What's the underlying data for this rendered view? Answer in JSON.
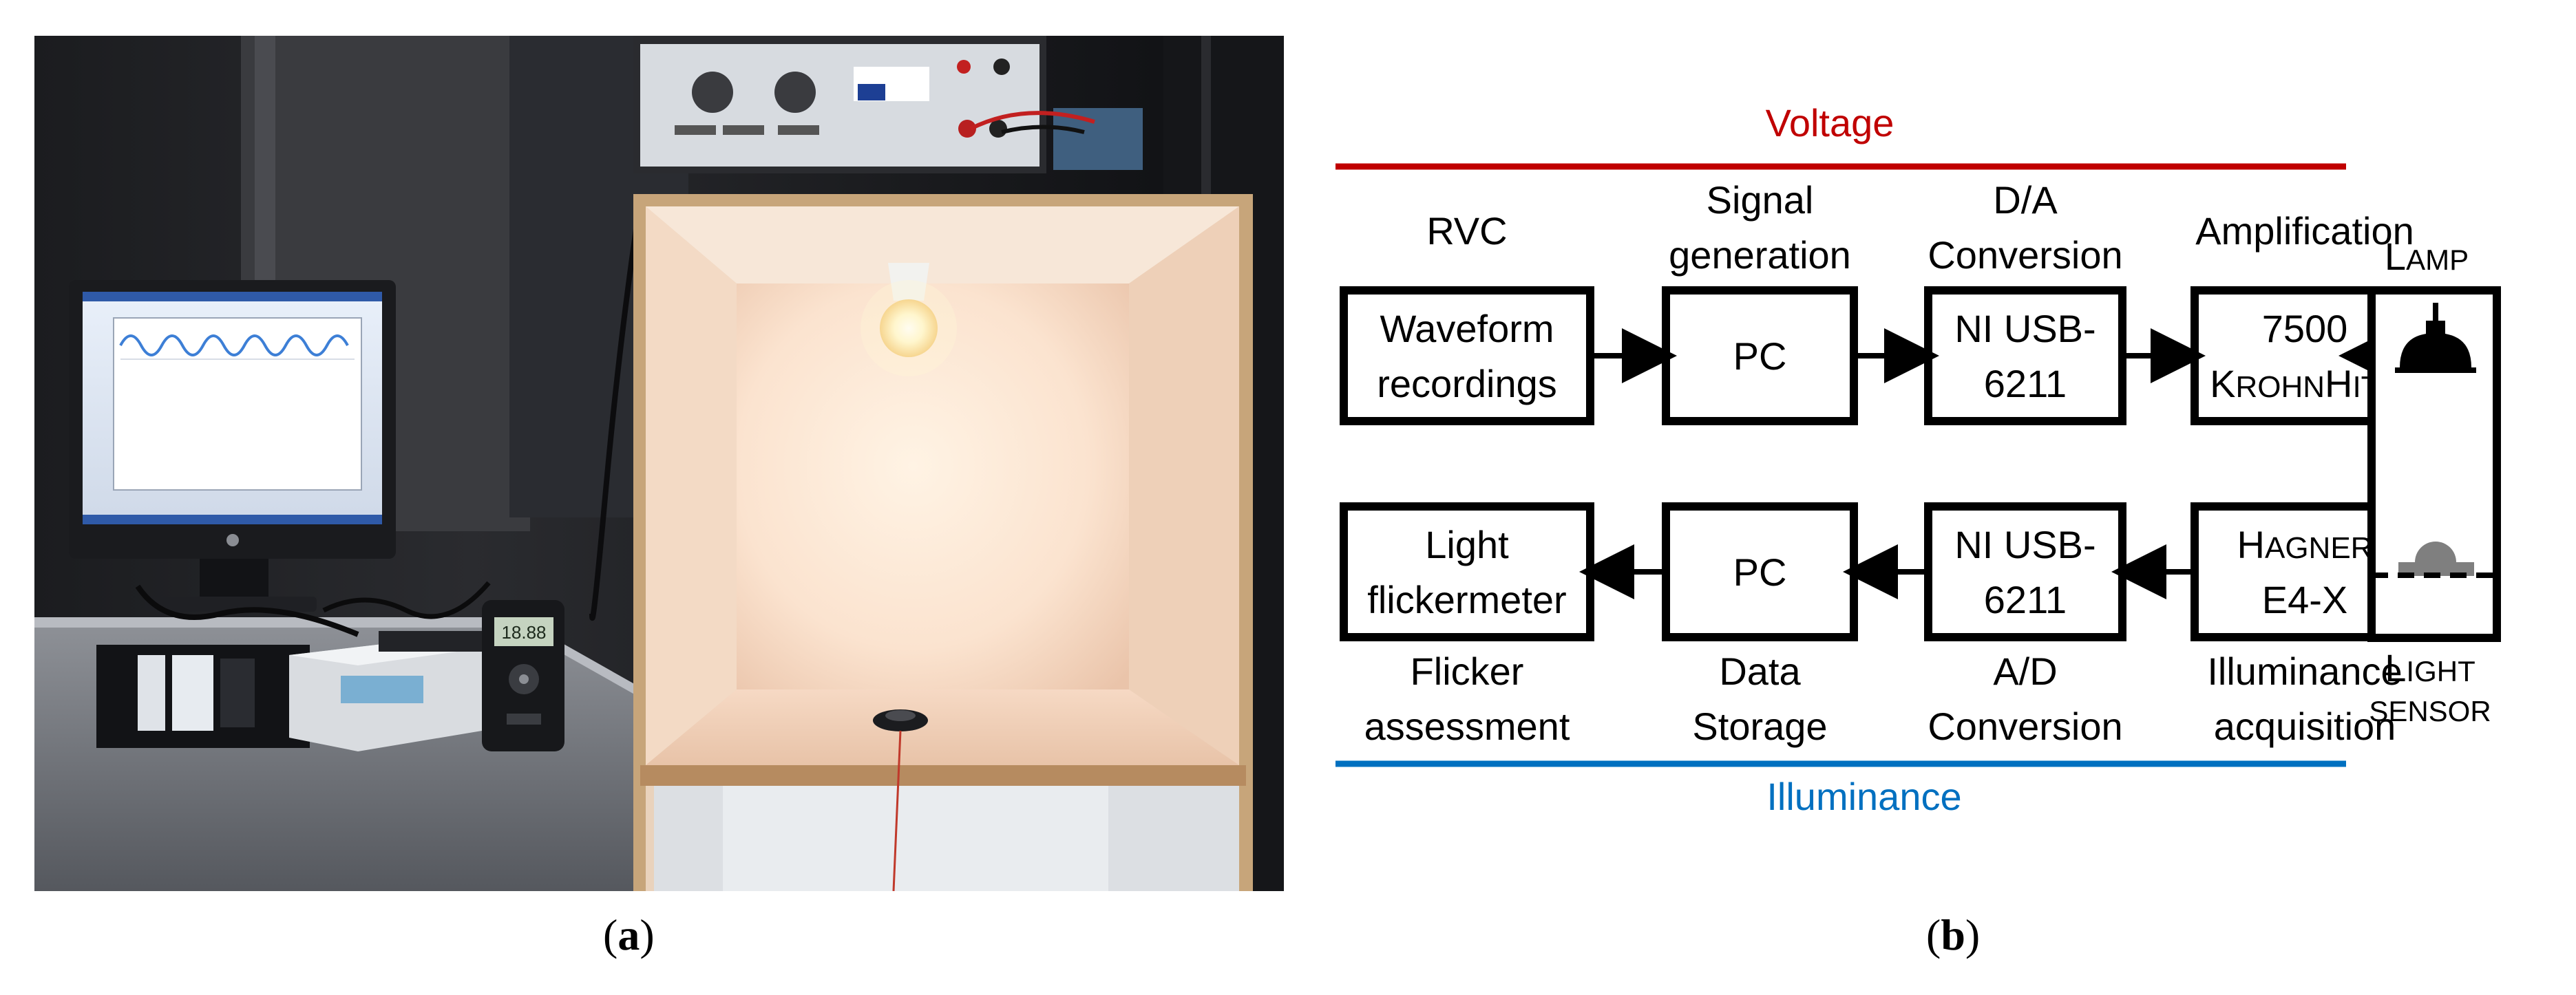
{
  "panel_a": {
    "caption_open": "(",
    "caption_letter": "a",
    "caption_close": ")",
    "lab_photo": {
      "meter_display": "18.88"
    }
  },
  "panel_b": {
    "caption_open": "(",
    "caption_letter": "b",
    "caption_close": ")",
    "colors": {
      "voltage": "#c00000",
      "illuminance": "#0070c0",
      "stroke": "#000000"
    },
    "voltage_label": "Voltage",
    "illuminance_label": "Illuminance",
    "top_row": [
      {
        "label_lines": [
          "RVC"
        ],
        "box_lines": [
          "Waveform",
          "recordings"
        ]
      },
      {
        "label_lines": [
          "Signal",
          "generation"
        ],
        "box_lines": [
          "PC"
        ]
      },
      {
        "label_lines": [
          "D/A",
          "Conversion"
        ],
        "box_lines": [
          "NI USB-",
          "6211"
        ]
      },
      {
        "label_lines": [
          "Amplification"
        ],
        "box_lines": [
          "7500",
          "KrohnHite"
        ]
      }
    ],
    "bottom_row": [
      {
        "box_lines": [
          "Light",
          "flickermeter"
        ],
        "label_lines": [
          "Flicker",
          "assessment"
        ]
      },
      {
        "box_lines": [
          "PC"
        ],
        "label_lines": [
          "Data",
          "Storage"
        ]
      },
      {
        "box_lines": [
          "NI USB-",
          "6211"
        ],
        "label_lines": [
          "A/D",
          "Conversion"
        ]
      },
      {
        "box_lines": [
          "Hagner",
          "E4-X"
        ],
        "label_lines": [
          "Illuminance",
          "acquisition"
        ]
      }
    ],
    "lamp_label": "Lamp",
    "sensor_label_lines": [
      "Light",
      "sensor"
    ],
    "sensor_icon": "light-sensor-icon",
    "lamp_icon": "lamp-icon"
  }
}
